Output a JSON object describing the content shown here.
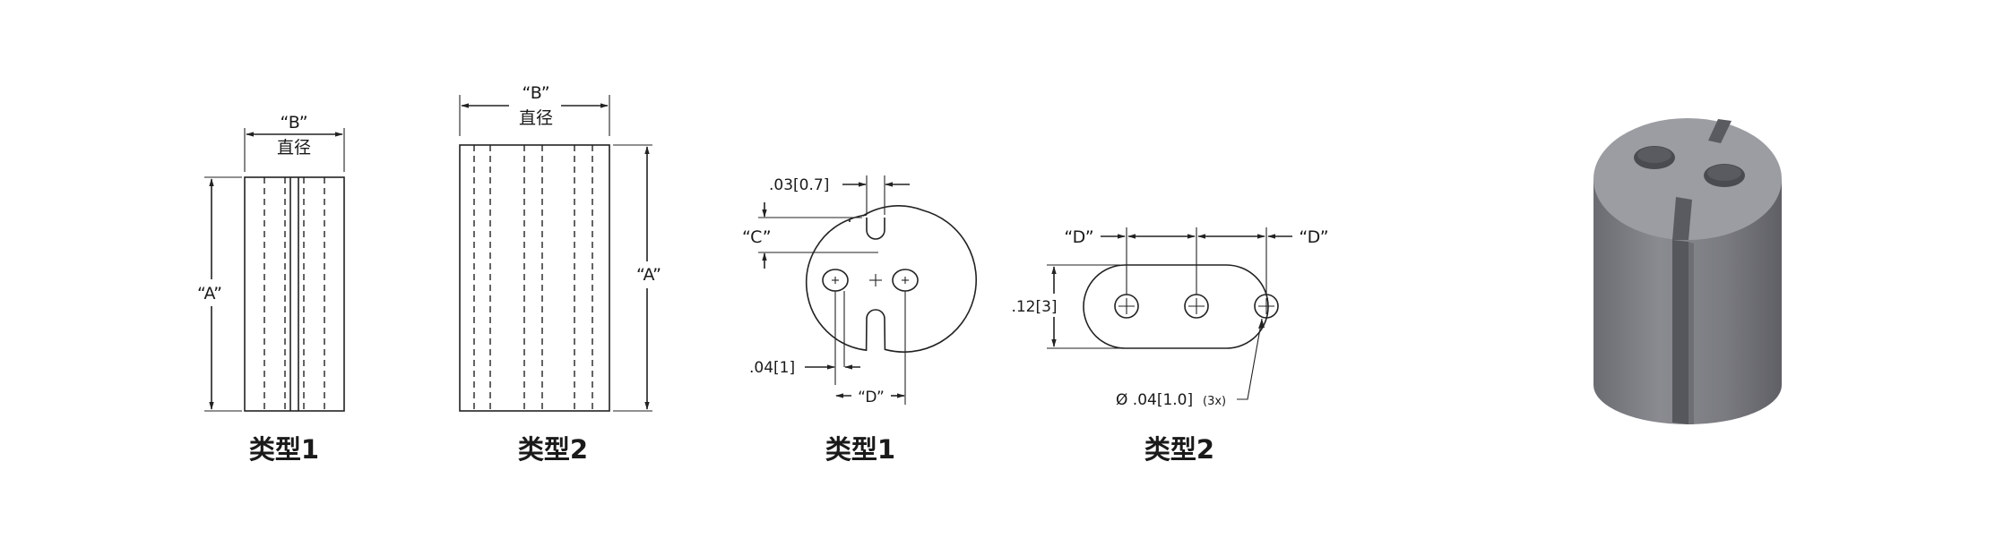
{
  "view1": {
    "dim_b": "“B”",
    "diameter": "直径",
    "dim_a": "“A”",
    "caption": "类型1"
  },
  "view2": {
    "dim_b": "“B”",
    "diameter": "直径",
    "dim_a": "“A”",
    "caption": "类型2"
  },
  "view3": {
    "slot_width": ".03[0.7]",
    "dim_c": "“C”",
    "hole_dim": ".04[1]",
    "dim_d": "“D”",
    "caption": "类型1"
  },
  "view4": {
    "dim_d_left": "“D”",
    "dim_d_right": "“D”",
    "height": ".12[3]",
    "hole_callout": "Ø .04[1.0]",
    "hole_count": "(3x)",
    "caption": "类型2"
  },
  "render3d": {
    "body_color": "#7e7f84",
    "top_color": "#9c9da2",
    "hole_color": "#4a4b50"
  }
}
